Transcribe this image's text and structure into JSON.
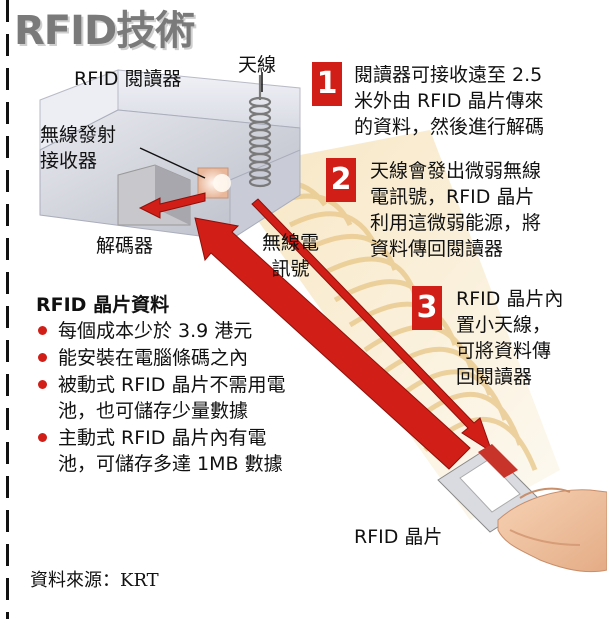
{
  "title": "RFID技術",
  "reader_label": "RFID 閱讀器",
  "antenna_label": "天線",
  "transceiver_label": "無線發射\n接收器",
  "decoder_label": "解碼器",
  "radio_signal_label": "無線電\n訊號",
  "chip_label": "RFID 晶片",
  "steps": [
    {
      "num": "1",
      "text": "閱讀器可接收遠至 2.5\n米外由 RFID 晶片傳來\n的資料，然後進行解碼"
    },
    {
      "num": "2",
      "text": "天線會發出微弱無線\n電訊號，RFID 晶片\n利用這微弱能源，將\n資料傳回閱讀器"
    },
    {
      "num": "3",
      "text": "RFID 晶片內\n置小天線，\n可將資料傳\n回閱讀器"
    }
  ],
  "facts": {
    "title": "RFID 晶片資料",
    "items": [
      "每個成本少於 3.9 港元",
      "能安裝在電腦條碼之內",
      "被動式 RFID 晶片不需用電池，也可儲存少量數據",
      "主動式 RFID 晶片內有電池，可儲存多達 1MB 數據"
    ]
  },
  "source": "資料來源：KRT",
  "colors": {
    "accent": "#d11f17",
    "title_gray": "#7a7a7a",
    "wave": "#f0d9a8"
  }
}
